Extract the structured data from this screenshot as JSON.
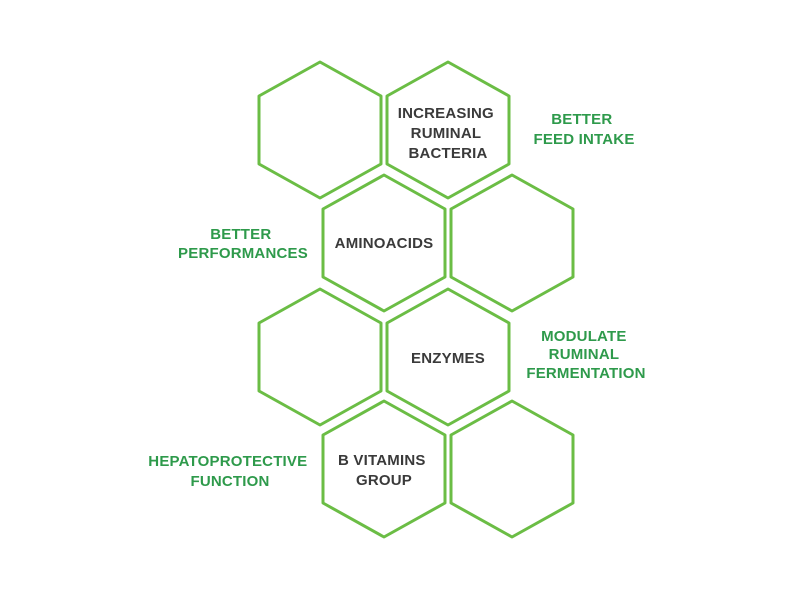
{
  "colors": {
    "hex_stroke": "#6bbd45",
    "hex_text": "#3a3a3a",
    "side_text": "#2e9a4b",
    "background": "#ffffff"
  },
  "components": {
    "ruminal_bacteria": [
      "INCREASING",
      "RUMINAL",
      "BACTERIA"
    ],
    "aminoacids": [
      "AMINOACIDS"
    ],
    "enzymes": [
      "ENZYMES"
    ],
    "b_vitamins": [
      "B VITAMINS",
      "GROUP"
    ]
  },
  "benefits": {
    "feed_intake": [
      "BETTER",
      "FEED INTAKE"
    ],
    "performances": [
      "BETTER",
      "PERFORMANCES"
    ],
    "fermentation": [
      "MODULATE",
      "RUMINAL",
      "FERMENTATION"
    ],
    "hepatoprotective": [
      "HEPATOPROTECTIVE",
      "FUNCTION"
    ]
  }
}
